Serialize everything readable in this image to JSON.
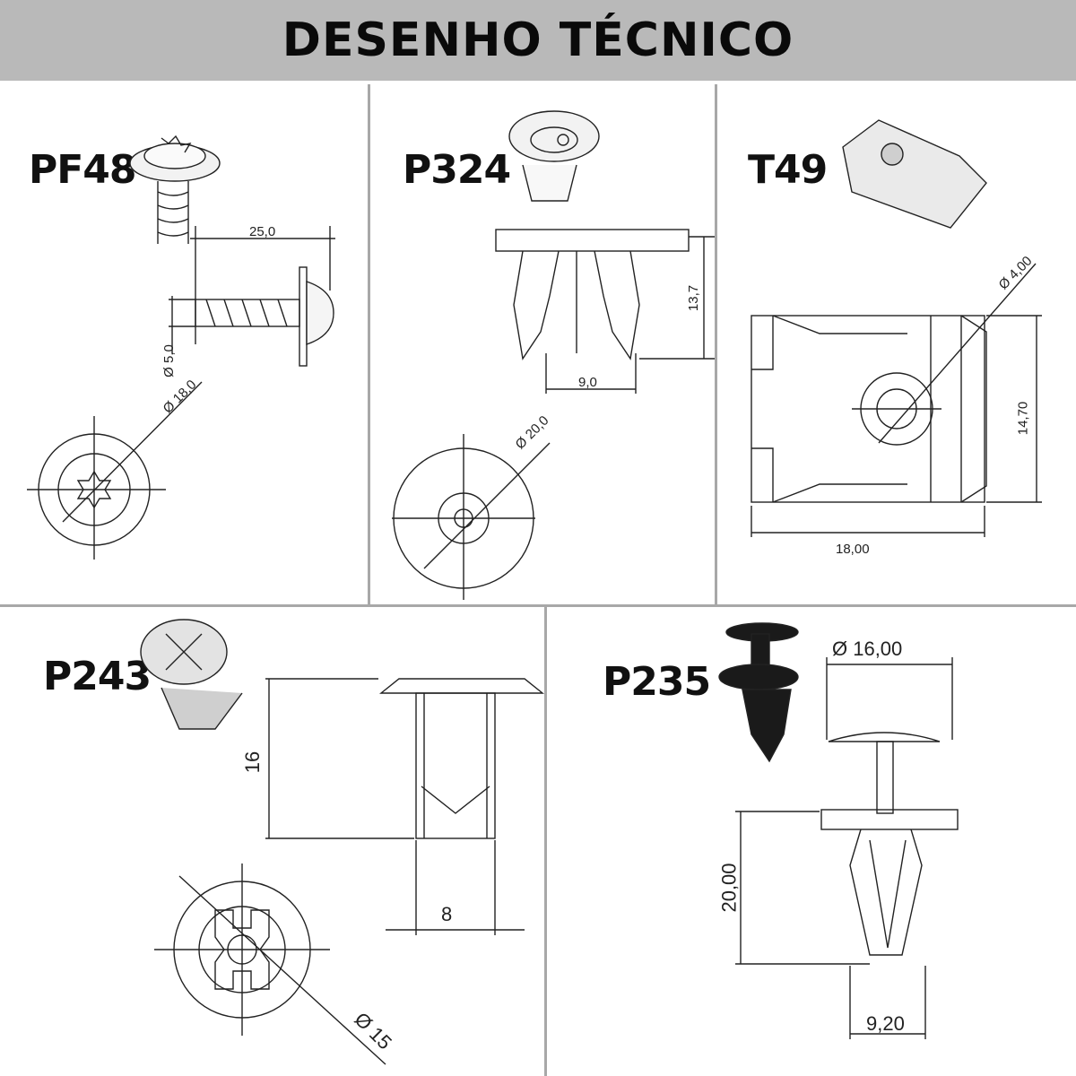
{
  "header": {
    "title": "DESENHO TÉCNICO"
  },
  "parts": [
    {
      "code": "PF48",
      "dims": {
        "length": "25,0",
        "shank": "Ø 5,0",
        "head": "Ø 18,0"
      }
    },
    {
      "code": "P324",
      "dims": {
        "height": "13,7",
        "width": "9,0",
        "head": "Ø 20,0"
      }
    },
    {
      "code": "T49",
      "dims": {
        "hole": "Ø 4,00",
        "height": "14,70",
        "width": "18,00"
      }
    },
    {
      "code": "P243",
      "dims": {
        "height": "16",
        "width": "8",
        "head": "Ø 15"
      }
    },
    {
      "code": "P235",
      "dims": {
        "head": "Ø 16,00",
        "height": "20,00",
        "width": "9,20"
      }
    }
  ],
  "colors": {
    "header_bg": "#b9b9b9",
    "divider": "#a8a8a8",
    "line": "#222222"
  }
}
